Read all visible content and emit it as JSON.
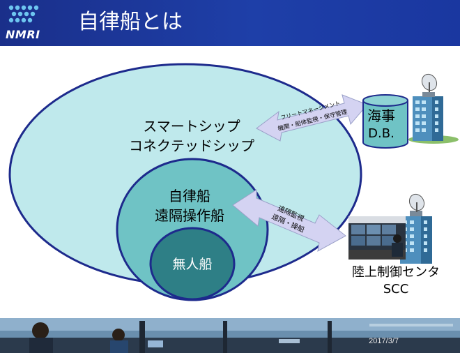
{
  "header": {
    "logo_text": "NMRI",
    "title": "自律船とは"
  },
  "diagram": {
    "outer_label_line1": "スマートシップ",
    "outer_label_line2": "コネクテッドシップ",
    "middle_label_line1": "自律船",
    "middle_label_line2": "遠隔操作船",
    "inner_label": "無人船",
    "upper_arrow_line1": "フリートマネージメント",
    "upper_arrow_line2": "機関・船体監視・保守管理",
    "lower_arrow_line1": "遠隔監視",
    "lower_arrow_line2": "遠隔・操船",
    "database_line1": "海事",
    "database_line2": "D.B.",
    "shore_center_line1": "陸上制御センタ",
    "shore_center_line2": "SCC"
  },
  "footer": {
    "date": "2017/3/7"
  },
  "colors": {
    "header": "#1e3fa8",
    "outer_ellipse": "#bfe9ec",
    "middle_circle": "#6fc3c5",
    "inner_circle": "#2e7f86",
    "ellipse_stroke": "#1d2a8c",
    "arrow_fill": "#d4d3f2",
    "cylinder": "#6fc3c5"
  }
}
